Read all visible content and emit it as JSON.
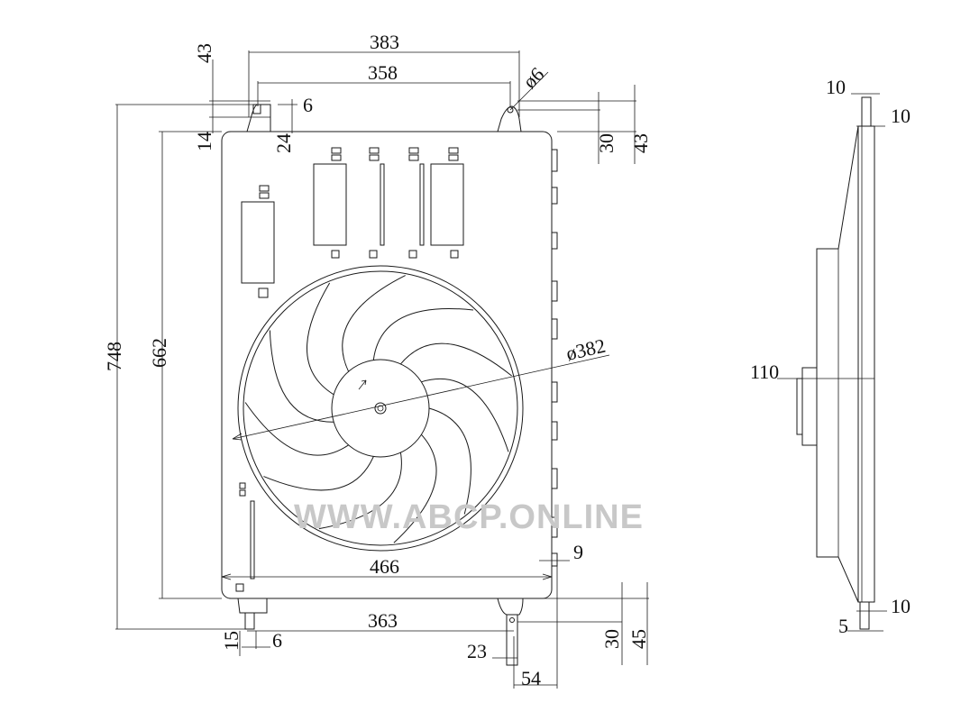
{
  "watermark": "WWW.ABCP.ONLINE",
  "dimensions": {
    "d383": "383",
    "d358": "358",
    "d43_top_left": "43",
    "d6_top": "6",
    "d14": "14",
    "d24": "24",
    "phi6": "ø6",
    "d30_right": "30",
    "d43_right": "43",
    "d748": "748",
    "d662": "662",
    "phi382": "ø382",
    "d466": "466",
    "d9": "9",
    "d363": "363",
    "d15": "15",
    "d6_bottom": "6",
    "d23": "23",
    "d30_bottom": "30",
    "d45": "45",
    "d54": "54",
    "side_10_top_a": "10",
    "side_10_top_b": "10",
    "side_110": "110",
    "side_10_bottom": "10",
    "side_5": "5"
  }
}
